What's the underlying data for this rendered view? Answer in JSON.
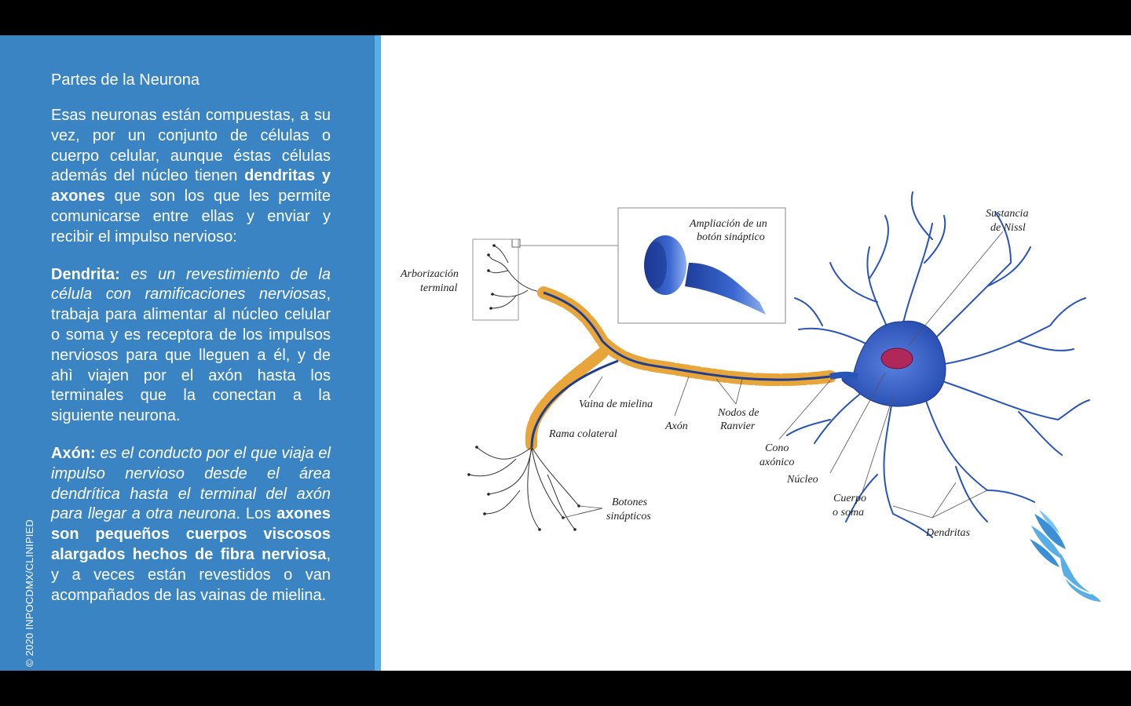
{
  "slide": {
    "title": "Partes de la Neurona",
    "intro": {
      "part1": "Esas neuronas están compuestas, a su vez, por un conjunto de células o cuerpo celular, aunque éstas células además del núcleo tienen ",
      "bold": "dendritas y axones",
      "part2": " que son los que les permite comunicarse entre ellas y enviar y recibir el impulso nervioso:"
    },
    "dendrita": {
      "term": "Dendrita:",
      "definition": " es un revestimiento de la célula con ramificaciones nerviosas",
      "rest": ", trabaja para alimentar al núcleo celular o soma y es receptora de los impulsos nerviosos para que lleguen a él, y de ahì viajen por el axón hasta los terminales que la conectan a la siguiente neurona."
    },
    "axon": {
      "term": "Axón:",
      "definition": " es el conducto por el que viaja el impulso nervioso desde el área dendrítica hasta el terminal del axón para llegar a otra neurona",
      "rest1": ". Los ",
      "bold": "axones son pequeños cuerpos viscosos alargados hechos de fibra nerviosa",
      "rest2": ", y a veces están revestidos o van acompañados de las vainas de mielina."
    },
    "copyright": "© 2020 INPOCDMX/CLINIPIED"
  },
  "diagram": {
    "labels": {
      "zoom_line1": "Ampliación de un",
      "zoom_line2": "botón sináptico",
      "arbor_line1": "Arborización",
      "arbor_line2": "terminal",
      "nissl_line1": "Sustancia",
      "nissl_line2": "de Nissl",
      "vaina": "Vaina de mielina",
      "rama": "Rama colateral",
      "axon": "Axón",
      "nodos_line1": "Nodos de",
      "nodos_line2": "Ranvier",
      "cono_line1": "Cono",
      "cono_line2": "axónico",
      "nucleo": "Núcleo",
      "cuerpo_line1": "Cuerpo",
      "cuerpo_line2": "o soma",
      "dendritas": "Dendritas",
      "botones_line1": "Botones",
      "botones_line2": "sinápticos"
    }
  },
  "colors": {
    "panel": "#3b84c4",
    "stripe": "#5aaee6",
    "neuron": "#2a55b8",
    "myelin": "#e8a53a",
    "nucleus": "#b0285a"
  }
}
